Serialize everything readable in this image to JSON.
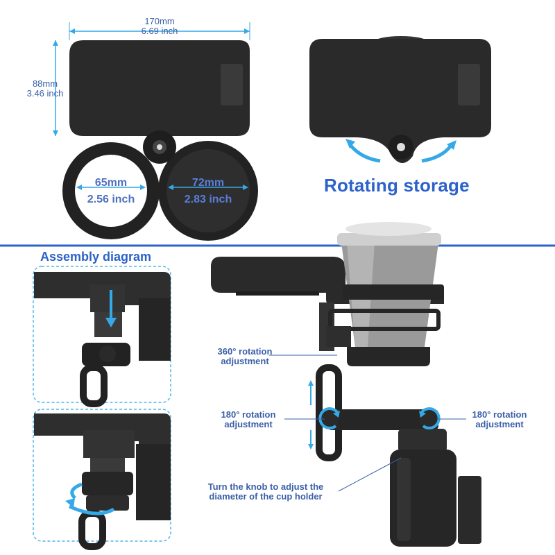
{
  "top_left": {
    "width_mm": "170mm",
    "width_inch": "6.69 inch",
    "height_mm": "88mm",
    "height_inch": "3.46 inch",
    "small_circle_mm": "65mm",
    "small_circle_inch": "2.56 inch",
    "large_circle_mm": "72mm",
    "large_circle_inch": "2.83 inch"
  },
  "top_right": {
    "caption": "Rotating storage"
  },
  "assembly": {
    "title": "Assembly diagram"
  },
  "callouts": {
    "rot360": "360° rotation\nadjustment",
    "rot180_left": "180° rotation\nadjustment",
    "rot180_right": "180° rotation\nadjustment",
    "knob": "Turn the knob to adjust the\ndiameter of the cup holder"
  },
  "colors": {
    "accent_blue": "#2c62c9",
    "light_blue": "#35a9e8",
    "product_black": "#2a2a2a",
    "dashed_border": "#4fb6e6"
  },
  "icons": [
    "arrow-left-curve-icon",
    "arrow-right-curve-icon",
    "rotate-arrow-icon",
    "down-arrow-icon",
    "vertical-double-arrow-icon"
  ]
}
